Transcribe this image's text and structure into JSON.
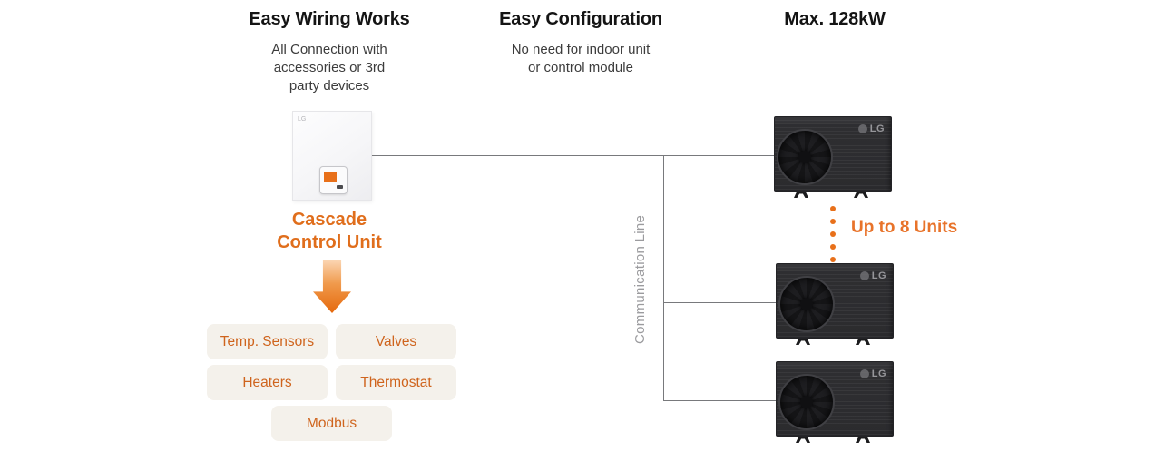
{
  "headers": {
    "col1": {
      "title": "Easy Wiring Works",
      "subtitle": "All Connection with\naccessories or 3rd\nparty devices"
    },
    "col2": {
      "title": "Easy Configuration",
      "subtitle": "No need for indoor unit\nor control module"
    },
    "col3": {
      "title": "Max. 128kW"
    }
  },
  "cascade_unit": {
    "label": "Cascade\nControl Unit",
    "brand": "LG"
  },
  "accessories": [
    "Temp. Sensors",
    "Valves",
    "Heaters",
    "Thermostat",
    "Modbus"
  ],
  "communication_line_label": "Communication Line",
  "up_to_units_label": "Up to 8 Units",
  "heat_pump": {
    "brand": "LG",
    "count_visible": 3
  },
  "colors": {
    "accent_orange": "#e8701a",
    "label_orange": "#e06e1c",
    "button_bg": "#f4f1eb",
    "button_text": "#cf641d",
    "wire_gray": "#78797c",
    "comm_label_gray": "#9b9b9e",
    "heat_pump_body": "#2e2e31",
    "title_black": "#141414"
  }
}
